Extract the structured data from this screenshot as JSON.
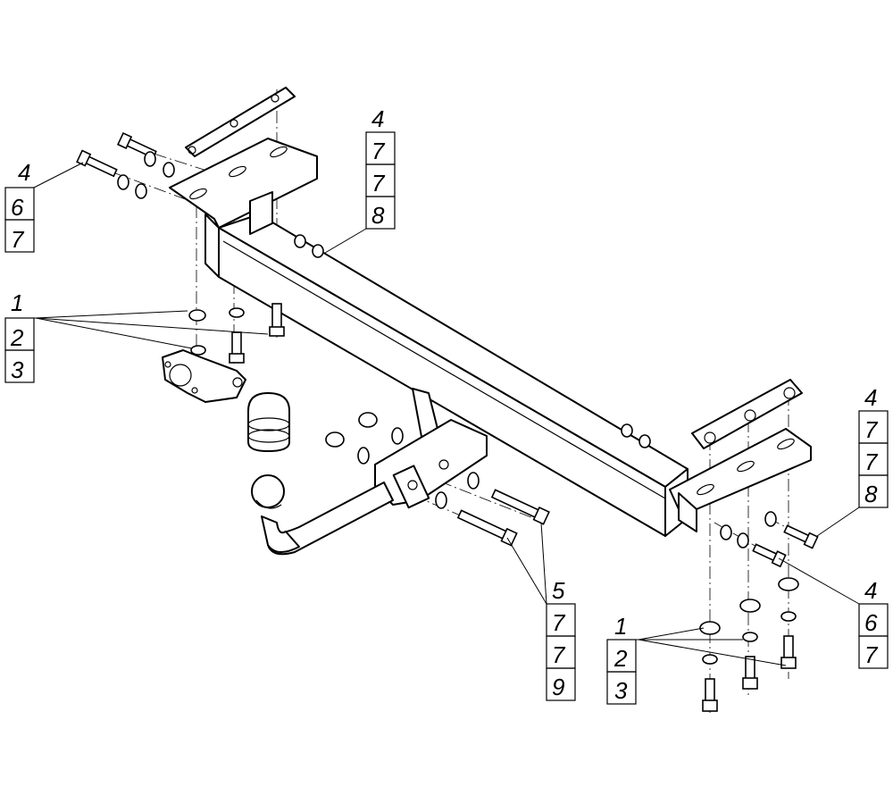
{
  "callouts": [
    {
      "id": "c-top-left",
      "labels": [
        "4",
        "6",
        "7"
      ]
    },
    {
      "id": "c-left-mid",
      "labels": [
        "1",
        "2",
        "3"
      ]
    },
    {
      "id": "c-top-center",
      "labels": [
        "4",
        "7",
        "7",
        "8"
      ]
    },
    {
      "id": "c-right-top",
      "labels": [
        "4",
        "7",
        "7",
        "8"
      ]
    },
    {
      "id": "c-center-bottom",
      "labels": [
        "5",
        "7",
        "7",
        "9"
      ]
    },
    {
      "id": "c-right-mid",
      "labels": [
        "4",
        "6",
        "7"
      ]
    },
    {
      "id": "c-bottom-right",
      "labels": [
        "1",
        "2",
        "3"
      ]
    }
  ]
}
